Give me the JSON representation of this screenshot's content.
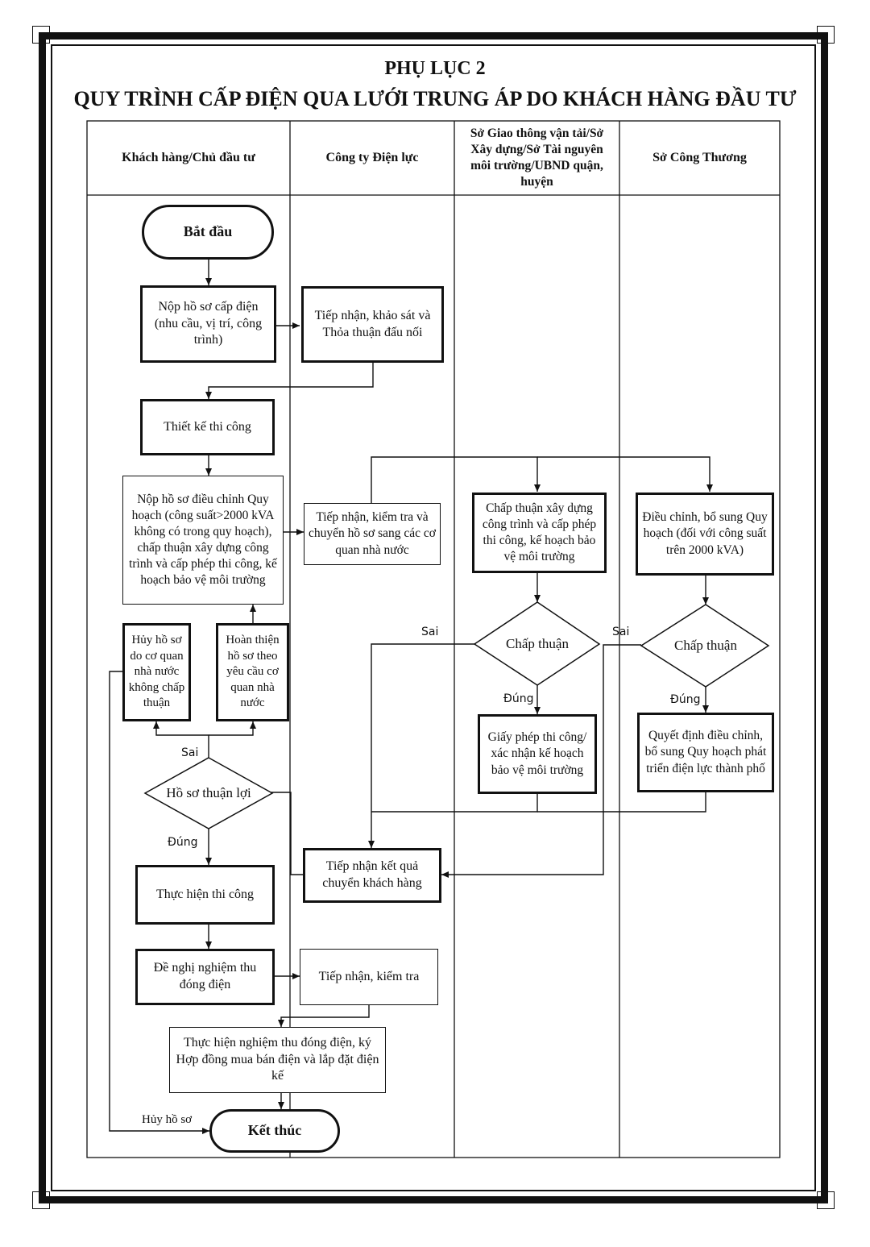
{
  "title": "PHỤ LỤC 2",
  "subtitle": "QUY TRÌNH CẤP ĐIỆN QUA LƯỚI TRUNG ÁP DO KHÁCH HÀNG ĐẦU TƯ",
  "lanes": [
    "Khách hàng/Chủ đầu tư",
    "Công ty Điện lực",
    "Sở Giao thông vận tải/Sở Xây dựng/Sở Tài nguyên môi trường/UBND quận, huyện",
    "Sở Công Thương"
  ],
  "nodes": {
    "start": "Bắt đầu",
    "submit": "Nộp hồ sơ cấp điện (nhu cầu, vị trí, công trình)",
    "receive_survey": "Tiếp nhận, khảo sát và Thỏa thuận đấu nối",
    "design": "Thiết kế thi công",
    "submit_adjust": "Nộp hồ sơ điều chỉnh Quy hoạch (công suất>2000 kVA không có trong quy hoạch), chấp thuận xây dựng công trình và cấp phép thi công, kế hoạch bảo vệ môi trường",
    "receive_forward": "Tiếp nhận, kiểm tra và chuyển hồ sơ sang các cơ quan nhà nước",
    "approve_build": "Chấp thuận xây dựng công trình và cấp phép thi công, kế hoạch bảo vệ môi trường",
    "adjust_plan": "Điều chỉnh, bổ sung Quy hoạch (đối với công suất trên 2000 kVA)",
    "cancel_file": "Hủy hồ sơ do cơ quan nhà nước không chấp thuận",
    "complete_file": "Hoàn thiện hồ sơ theo yêu cầu cơ quan nhà nước",
    "decision_approve_1": "Chấp thuận",
    "decision_approve_2": "Chấp thuận",
    "permit": "Giấy phép thi công/ xác nhận kế hoạch bảo vệ môi trường",
    "decision_plan": "Quyết định điều chỉnh, bổ sung Quy hoạch phát triển điện lực thành phố",
    "decision_file": "Hồ sơ thuận lợi",
    "receive_result": "Tiếp nhận kết quả chuyển khách hàng",
    "construct": "Thực hiện thi công",
    "request_accept": "Đề nghị nghiệm thu đóng điện",
    "receive_check": "Tiếp nhận, kiểm tra",
    "accept_contract": "Thực hiện nghiệm thu đóng điện, ký Hợp đồng mua bán điện và lắp đặt điện kế",
    "end": "Kết thúc"
  },
  "labels": {
    "no": "Sai",
    "yes": "Đúng",
    "cancel": "Hủy hồ sơ"
  }
}
